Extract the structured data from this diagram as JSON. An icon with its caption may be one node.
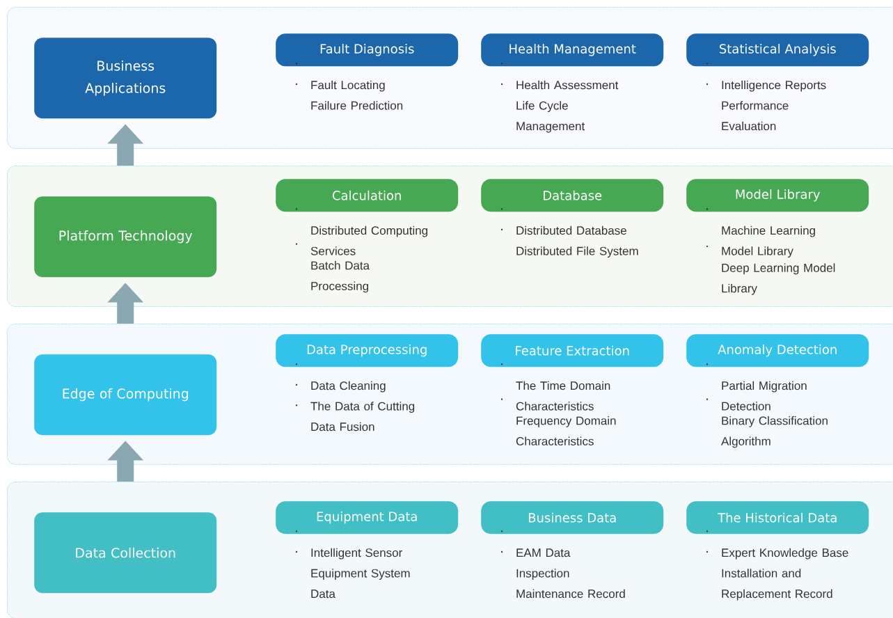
{
  "diagram": {
    "nodes": [
      {
        "text": [],
        "shape": "box"
      },
      {
        "text": [
          "Business Applications"
        ],
        "in": 0
      },
      {
        "text": [
          "Fault Diagnosis"
        ],
        "in": 0,
        "beside": [
          "Fault Locating",
          "Failure Prediction"
        ]
      },
      {
        "text": [
          "Health Management"
        ],
        "in": 0,
        "beside": [
          "Health Assessment",
          "Life Cycle Management"
        ]
      },
      {
        "text": [
          "Statistical Analysis"
        ],
        "in": 0,
        "beside": [
          "Intelligence Reports",
          "Performance Evaluation"
        ]
      },
      {
        "text": [],
        "shape": "box"
      },
      {
        "text": [
          "Platform Technology"
        ],
        "in": 5
      },
      {
        "text": [
          "Calculation"
        ],
        "in": 5,
        "beside": [
          "Distributed Computing Services",
          "Batch Data Processing"
        ]
      },
      {
        "text": [
          "Database"
        ],
        "in": 5,
        "beside": [
          "Distributed Database",
          "Distributed File System"
        ]
      },
      {
        "text": [
          "Model Library"
        ],
        "in": 5,
        "beside": [
          "Machine Learning Model Library",
          "Deep Learning Model Library"
        ]
      },
      {
        "text": [],
        "shape": "box"
      },
      {
        "text": [
          "Edge of Computing"
        ],
        "in": 10
      },
      {
        "text": [
          "Data Preprocessing"
        ],
        "in": 10,
        "beside": [
          "Data Cleaning",
          "The Data of Cutting",
          "Data Fusion"
        ]
      },
      {
        "text": [
          "Feature Extraction"
        ],
        "in": 10,
        "beside": [
          "The Time Domain Characteristics",
          "Frequency Domain Characteristics"
        ]
      },
      {
        "text": [
          "Anomaly Detection"
        ],
        "in": 10,
        "beside": [
          "Partial Migration Detection",
          "Binary Classification Algorithm"
        ]
      },
      {
        "text": [],
        "shape": "box"
      },
      {
        "text": [
          "Data Collection"
        ],
        "in": 15
      },
      {
        "text": [
          "Equipment Data"
        ],
        "in": 15,
        "beside": [
          "Intelligent Sensor",
          "Equipment System Data"
        ]
      },
      {
        "text": [
          "Business Data"
        ],
        "in": 15,
        "beside": [
          "EAM Data",
          "Inspection Maintenance Record"
        ]
      },
      {
        "text": [
          "The Historical Data"
        ],
        "in": 15,
        "beside": [
          "Expert Knowledge Base",
          "Installation and Replacement Record"
        ]
      }
    ],
    "edges": [
      {
        "from": 16,
        "to": 11,
        "arrow": "to"
      },
      {
        "from": 11,
        "to": 6,
        "arrow": "to"
      },
      {
        "from": 6,
        "to": 1,
        "arrow": "to"
      }
    ]
  }
}
